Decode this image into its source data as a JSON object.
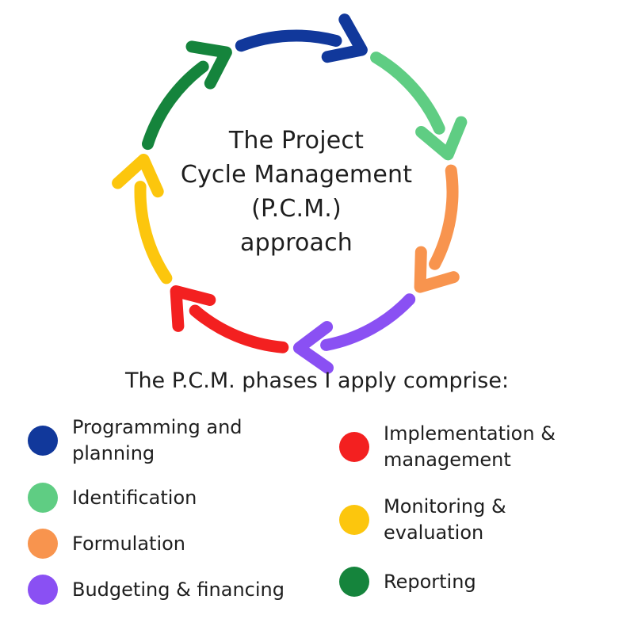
{
  "title_lines": [
    "The Project",
    "Cycle Management",
    "(P.C.M.)",
    "approach"
  ],
  "subtitle": "The P.C.M. phases I apply comprise:",
  "phases": [
    {
      "id": "programming-and-planning",
      "label": "Programming and planning",
      "color": "#11389b"
    },
    {
      "id": "identification",
      "label": "Identification",
      "color": "#5fcd83"
    },
    {
      "id": "formulation",
      "label": "Formulation",
      "color": "#f8944e"
    },
    {
      "id": "budgeting-financing",
      "label": "Budgeting & financing",
      "color": "#8a50f3"
    },
    {
      "id": "implementation-management",
      "label": "Implementation & management",
      "color": "#f32020"
    },
    {
      "id": "monitoring-evaluation",
      "label": "Monitoring & evaluation",
      "color": "#fcc60d"
    },
    {
      "id": "reporting",
      "label": "Reporting",
      "color": "#15843c"
    }
  ],
  "legend": {
    "left_indices": [
      0,
      1,
      2,
      3
    ],
    "right_indices": [
      4,
      5,
      6
    ]
  },
  "chart_data": {
    "type": "cycle-diagram",
    "title": "The Project Cycle Management (P.C.M.) approach",
    "caption": "The P.C.M. phases I apply comprise:",
    "direction": "clockwise",
    "phases": [
      "Programming and planning",
      "Identification",
      "Formulation",
      "Budgeting & financing",
      "Implementation & management",
      "Monitoring & evaluation",
      "Reporting"
    ],
    "colors": [
      "#11389b",
      "#5fcd83",
      "#f8944e",
      "#8a50f3",
      "#f32020",
      "#fcc60d",
      "#15843c"
    ]
  }
}
